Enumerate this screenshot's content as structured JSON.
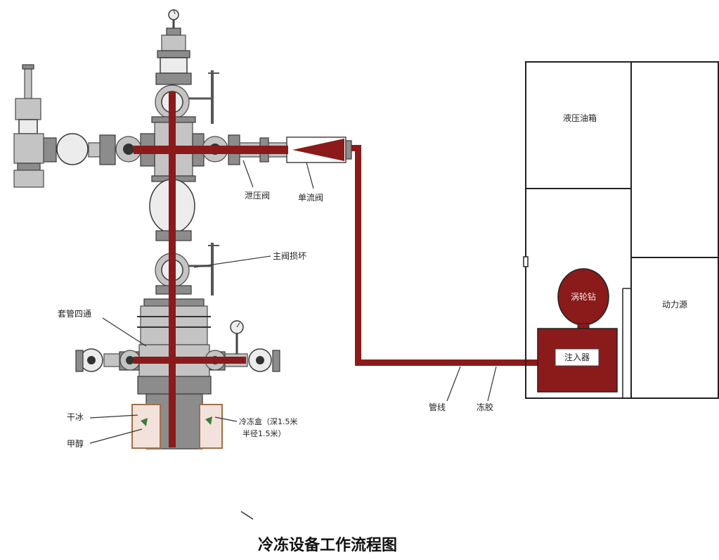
{
  "title": "冷冻设备工作流程图",
  "labels": {
    "relief_valve": "泄压阀",
    "check_valve": "单流阀",
    "main_valve_damaged": "主阀损坏",
    "casing_cross": "套管四通",
    "dry_ice": "干冰",
    "methanol": "甲醇",
    "freeze_box_line1": "冷冻盒（深1.5米",
    "freeze_box_line2": "半径1.5米）",
    "pipeline": "管线",
    "frozen_gel": "冻胶",
    "hydraulic_tank": "液压油箱",
    "power_source": "动力源",
    "turbine": "涡轮钻",
    "injector": "注入器"
  },
  "colors": {
    "flow": "#8b1a1a",
    "equipment": "#c4c4c4",
    "freeze_box": "#f3e2dc",
    "freeze_box_border": "#a0704a"
  }
}
